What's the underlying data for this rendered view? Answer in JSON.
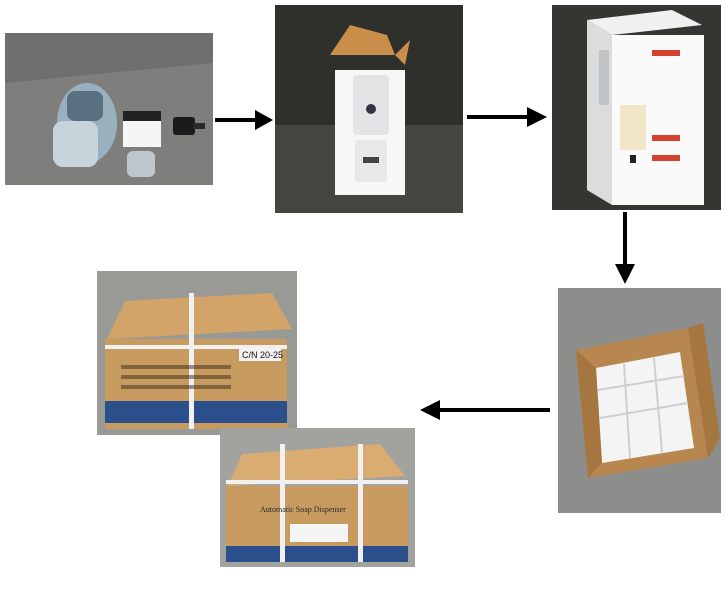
{
  "photos": {
    "contents": {
      "subject": "dispenser-in-bag-with-manual-and-adapter"
    },
    "open_box": {
      "subject": "open-retail-box-with-dispenser"
    },
    "closed_box": {
      "subject": "closed-retail-box"
    },
    "carton_filled": {
      "subject": "shipping-carton-filled-with-boxes"
    },
    "carton_front": {
      "carton_label": "C/N 20-25",
      "subject": "sealed-shipping-carton-front"
    },
    "carton_side": {
      "side_print": "Automatic Soap Dispenser",
      "subject": "sealed-shipping-carton-side"
    }
  },
  "arrows": [
    {
      "direction": "right"
    },
    {
      "direction": "right"
    },
    {
      "direction": "down"
    },
    {
      "direction": "left"
    }
  ],
  "colors": {
    "arrow": "#000000",
    "carton": "#c79a60",
    "carton_band": "#2a4f8a",
    "floor": "#8d8d8b"
  }
}
